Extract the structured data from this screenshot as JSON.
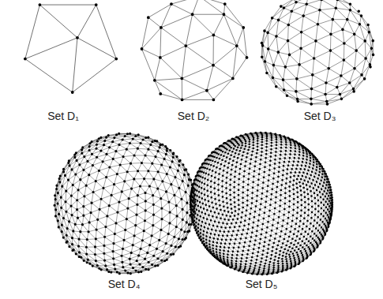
{
  "diagram": {
    "labels": [
      "Set D₁",
      "Set D₂",
      "Set D₃",
      "Set D₄",
      "Set D₅"
    ]
  }
}
